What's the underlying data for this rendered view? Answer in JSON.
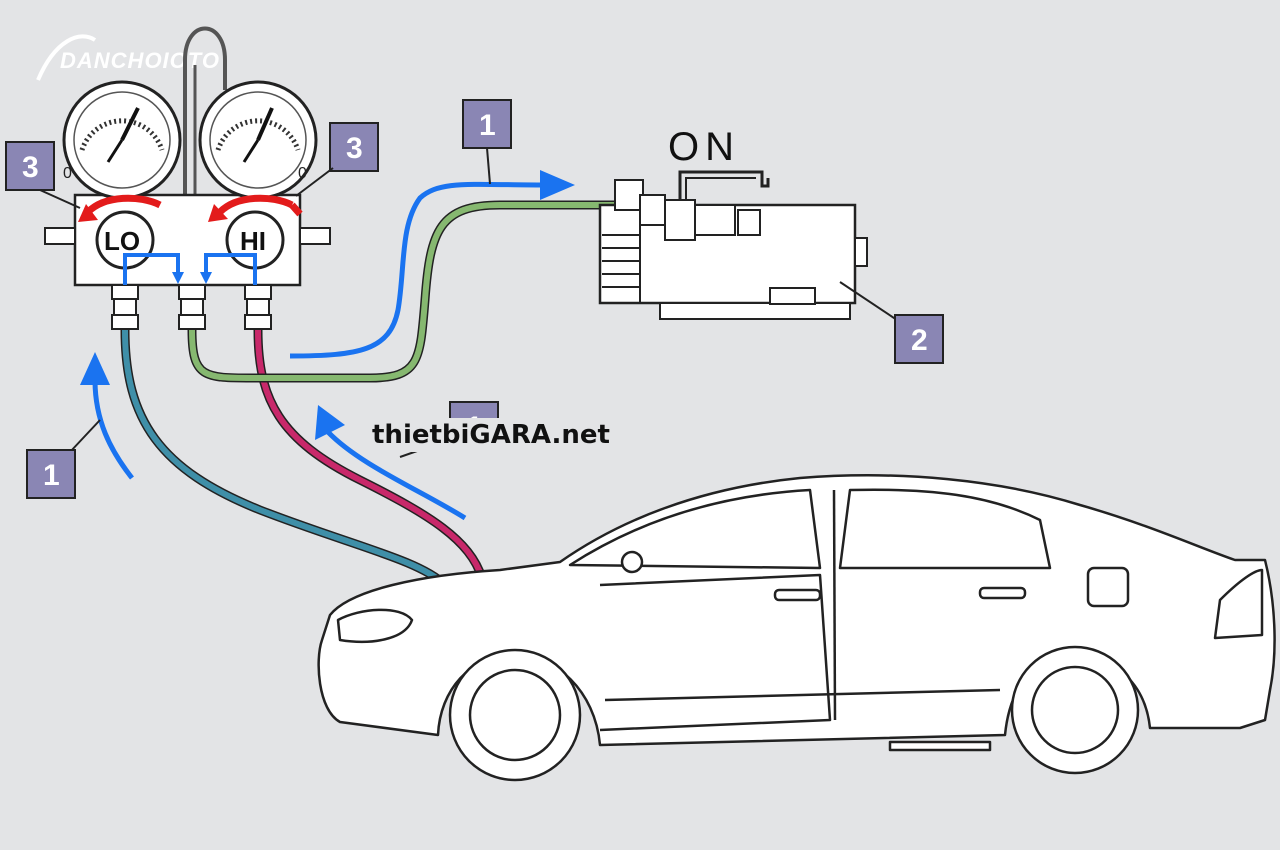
{
  "logo": {
    "text": "DANCHOIOTO"
  },
  "gauges": {
    "low_label": "LO",
    "high_label": "HI",
    "zero_mark": "0"
  },
  "pump": {
    "switch_state": "ON"
  },
  "callouts": {
    "step1_pump": "1",
    "step1_left": "1",
    "step1_right": "1",
    "step2_pump": "2",
    "step3_left": "3",
    "step3_right": "3"
  },
  "watermark": {
    "text": "thietbiGARA.net"
  },
  "colors": {
    "background": "#e3e4e6",
    "callout_box": "#8a86b4",
    "flow_arrow": "#1a73f0",
    "valve_arrow": "#e31b1b",
    "low_hose": "#3f8fa8",
    "high_hose": "#c8286a",
    "service_hose": "#86b870"
  },
  "icons": [
    "manifold-gauge-icon",
    "vacuum-pump-icon",
    "car-icon",
    "flow-arrow-icon",
    "valve-turn-arrow-icon"
  ]
}
